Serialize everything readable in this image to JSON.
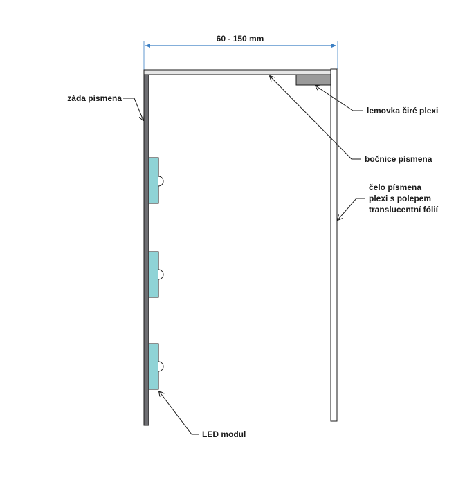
{
  "dimension": {
    "text": "60 - 150 mm",
    "color": "#3b7fc4"
  },
  "labels": {
    "back": "záda písmena",
    "edge_trim": "lemovka čiré plexi",
    "side": "bočnice písmena",
    "face_line1": "čelo písmena",
    "face_line2": "plexi s polepem",
    "face_line3": "translucentní fólií",
    "led": "LED modul"
  },
  "colors": {
    "back_panel": "#6e6e72",
    "side_panel": "#e6e6e6",
    "trim": "#9a9a9a",
    "led_module": "#8fd3d6",
    "outline": "#1a1a1a"
  },
  "led_modules_count_shown": 3
}
